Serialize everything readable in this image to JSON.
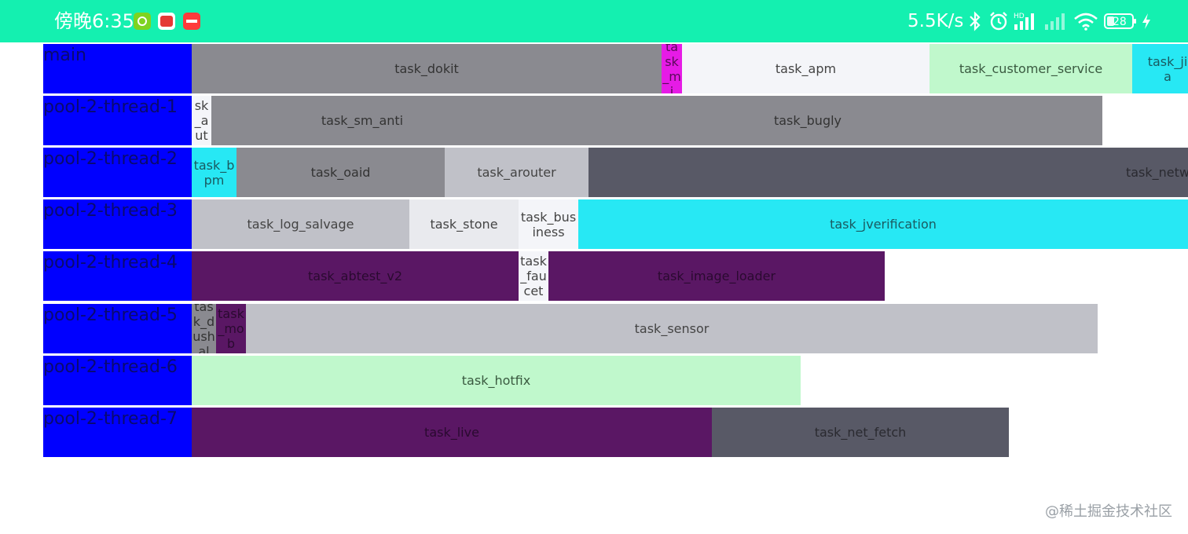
{
  "status_bar": {
    "time": "傍晚6:35",
    "net_speed": "5.5K/s",
    "hd_label": "HD",
    "battery": "28",
    "icons": [
      "bluetooth-icon",
      "alarm-icon",
      "cell-signal-icon",
      "cell-signal-2-icon",
      "wifi-icon",
      "battery-icon",
      "charging-icon"
    ],
    "background": "#14f0b0"
  },
  "threads": [
    {
      "name": "main",
      "tasks": [
        {
          "name": "task_dokit",
          "color": "#8a8a90",
          "text": "#333333"
        },
        {
          "name": "task_mi",
          "color": "#e61be6",
          "text": "#5a0a5a"
        },
        {
          "name": "task_apm",
          "color": "#f4f5f9",
          "text": "#444444"
        },
        {
          "name": "task_customer_service",
          "color": "#c0f8cc",
          "text": "#3a5a40"
        },
        {
          "name": "task_jia",
          "color": "#27e8f4",
          "text": "#1a5a60"
        }
      ]
    },
    {
      "name": "pool-2-thread-1",
      "tasks": [
        {
          "name": "task_auto",
          "color": "#f4f5f9",
          "text": "#444444"
        },
        {
          "name": "task_sm_anti",
          "color": "#8a8a90",
          "text": "#333333"
        },
        {
          "name": "task_bugly",
          "color": "#8a8a90",
          "text": "#333333"
        }
      ]
    },
    {
      "name": "pool-2-thread-2",
      "tasks": [
        {
          "name": "task_bpm",
          "color": "#27e8f4",
          "text": "#1a5a60"
        },
        {
          "name": "task_oaid",
          "color": "#8a8a90",
          "text": "#333333"
        },
        {
          "name": "task_arouter",
          "color": "#c0c1c8",
          "text": "#444444"
        },
        {
          "name": "task_netw",
          "color": "#585966",
          "text": "#2a2a30"
        }
      ]
    },
    {
      "name": "pool-2-thread-3",
      "tasks": [
        {
          "name": "task_log_salvage",
          "color": "#c0c1c8",
          "text": "#444444"
        },
        {
          "name": "task_stone",
          "color": "#e9eaee",
          "text": "#444444"
        },
        {
          "name": "task_business",
          "color": "#f4f5f9",
          "text": "#444444"
        },
        {
          "name": "task_jverification",
          "color": "#27e8f4",
          "text": "#1a5a60"
        }
      ]
    },
    {
      "name": "pool-2-thread-4",
      "tasks": [
        {
          "name": "task_abtest_v2",
          "color": "#5a1764",
          "text": "#2a0a30"
        },
        {
          "name": "task_faucet",
          "color": "#f4f5f9",
          "text": "#444444"
        },
        {
          "name": "task_image_loader",
          "color": "#5a1764",
          "text": "#2a0a30"
        }
      ]
    },
    {
      "name": "pool-2-thread-5",
      "tasks": [
        {
          "name": "task_dushal",
          "color": "#8a8a90",
          "text": "#333333"
        },
        {
          "name": "task_mob",
          "color": "#5a1764",
          "text": "#2a0a30"
        },
        {
          "name": "task_sensor",
          "color": "#c0c1c8",
          "text": "#444444"
        }
      ]
    },
    {
      "name": "pool-2-thread-6",
      "tasks": [
        {
          "name": "task_hotfix",
          "color": "#c0f8cc",
          "text": "#3a5a40"
        }
      ]
    },
    {
      "name": "pool-2-thread-7",
      "tasks": [
        {
          "name": "task_live",
          "color": "#5a1764",
          "text": "#2a0a30"
        },
        {
          "name": "task_net_fetch",
          "color": "#585966",
          "text": "#2a2a30"
        }
      ]
    }
  ],
  "watermark": "@稀土掘金技术社区"
}
